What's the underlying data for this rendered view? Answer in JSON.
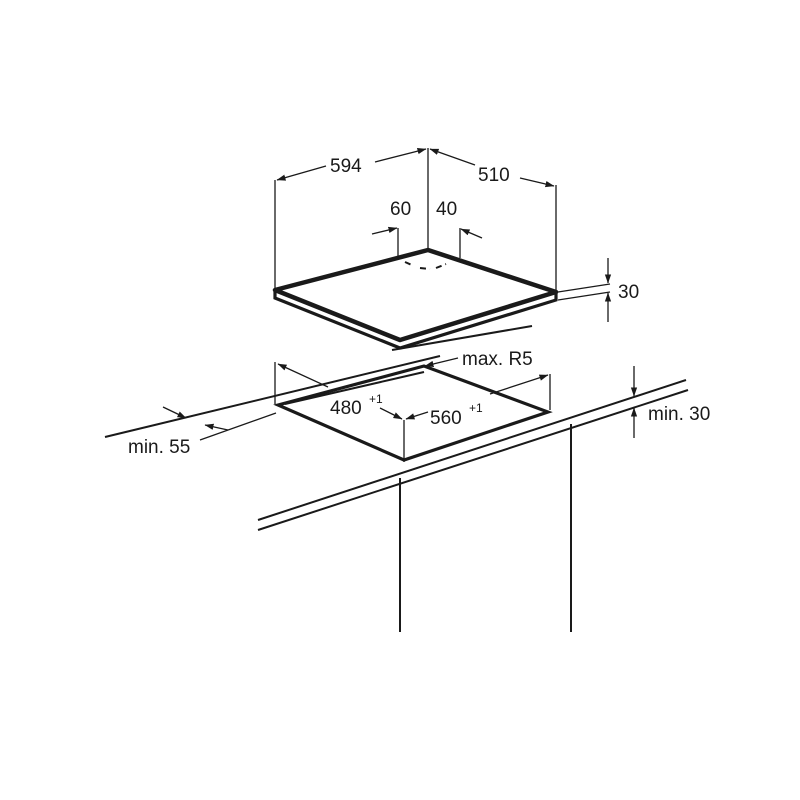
{
  "labels": {
    "width": "594",
    "depth": "510",
    "offset_left": "60",
    "offset_right": "40",
    "thickness": "30",
    "corner_radius": "max. R5",
    "cutout_depth": "480",
    "cutout_depth_tol": "+1",
    "cutout_width": "560",
    "cutout_width_tol": "+1",
    "min_front": "min. 55",
    "min_thickness": "min. 30"
  }
}
